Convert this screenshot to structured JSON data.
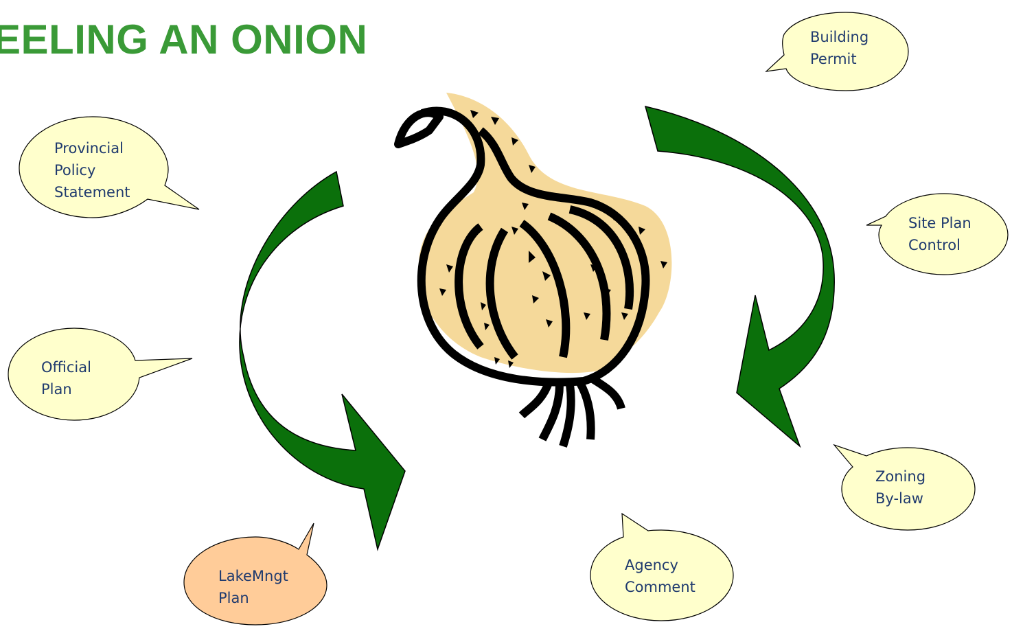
{
  "title": "EELING AN ONION",
  "colors": {
    "title": "#3a9a37",
    "arrow_fill": "#0b700b",
    "arrow_stroke": "#000000",
    "bubble_fill": "#ffffcc",
    "bubble_highlight_fill": "#ffcc99",
    "bubble_stroke": "#000000",
    "bubble_text": "#1f3a6e",
    "onion_fill": "#f5d99a",
    "onion_stroke": "#000000"
  },
  "onion": {
    "icon": "onion-icon"
  },
  "arrows": [
    {
      "icon": "curved-arrow-left-down"
    },
    {
      "icon": "curved-arrow-right-down"
    }
  ],
  "bubbles": [
    {
      "id": "building-permit",
      "lines": [
        "Building",
        "Permit"
      ],
      "highlight": false
    },
    {
      "id": "provincial-policy-statement",
      "lines": [
        "Provincial",
        "Policy",
        "Statement"
      ],
      "highlight": false
    },
    {
      "id": "site-plan-control",
      "lines": [
        "Site Plan",
        "Control"
      ],
      "highlight": false
    },
    {
      "id": "official-plan",
      "lines": [
        "Official",
        "Plan"
      ],
      "highlight": false
    },
    {
      "id": "zoning-by-law",
      "lines": [
        "Zoning",
        "By-law"
      ],
      "highlight": false
    },
    {
      "id": "agency-comment",
      "lines": [
        "Agency",
        "Comment"
      ],
      "highlight": false
    },
    {
      "id": "lakemngt-plan",
      "lines": [
        "LakeMngt",
        "Plan"
      ],
      "highlight": true
    }
  ]
}
